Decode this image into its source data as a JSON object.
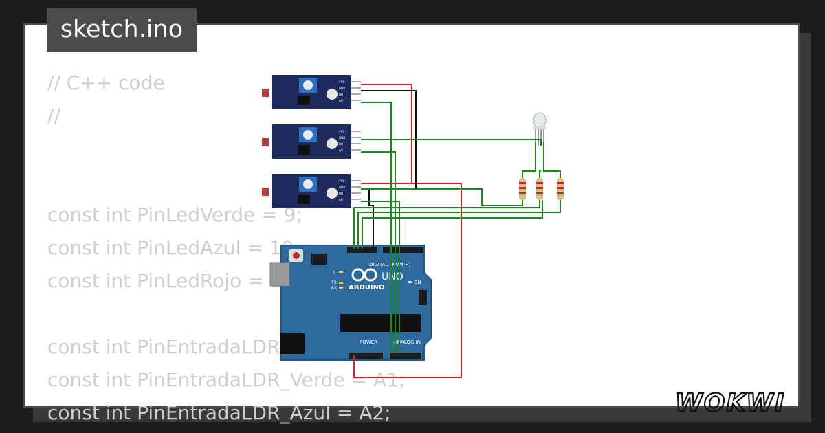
{
  "file_tab": {
    "name": "sketch.ino"
  },
  "code_lines": [
    "// C++ code",
    "//",
    "",
    "",
    "const int PinLedVerde = 9;",
    "const int PinLedAzul = 10;",
    "const int PinLedRojo = 11;",
    "",
    "const int PinEntradaLDR_Rojo = A0;",
    "const int PinEntradaLDR_Verde = A1;",
    "const int PinEntradaLDR_Azul = A2;"
  ],
  "arduino": {
    "brand": "ARDUINO",
    "model": "UNO",
    "digital_label": "DIGITAL (PWM ~)",
    "analog_label": "ANALOG IN",
    "power_label": "POWER",
    "on_label": "ON",
    "tx_label": "TX",
    "rx_label": "RX",
    "l_label": "L"
  },
  "ldr_module": {
    "pin_labels": [
      "VCC",
      "GND",
      "DO",
      "AO"
    ]
  },
  "brand_logo": "WOKWI",
  "colors": {
    "background": "#1c1c1c",
    "card": "#ffffff",
    "tab": "#4b4b4b",
    "code_text": "#cfcfcf",
    "board": "#2f6a9e",
    "module": "#1e2b5c",
    "wire_red": "#e02020",
    "wire_green": "#1a8a1a",
    "wire_black": "#111111"
  }
}
